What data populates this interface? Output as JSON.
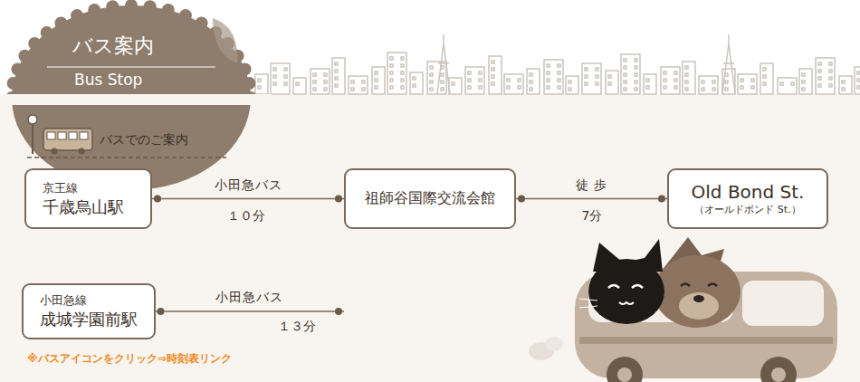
{
  "diagram": {
    "title": "バス案内",
    "nodes": [
      {
        "text": [
          "京王線",
          "千歳烏山駅"
        ]
      },
      {
        "text": [
          "祖師谷国際交流会館"
        ]
      },
      {
        "text": [
          "Old Bond St.",
          "（オールドボンド St.）"
        ]
      },
      {
        "text": [
          "小田急線",
          "成城学園前駅"
        ]
      }
    ],
    "edges": [
      {
        "from": 0,
        "to": 1,
        "label": "小田急バス",
        "arrow": "none"
      },
      {
        "from": 1,
        "to": 2,
        "label": "徒 歩",
        "arrow": "none"
      },
      {
        "from": 3,
        "to": 1,
        "label": "小田急バス",
        "arrow": "none"
      }
    ],
    "labels": [
      "Bus Stop",
      "バスでのご案内",
      "１０分",
      "7分",
      "１３分",
      "※バスアイコンをクリック⇒時刻表リンク"
    ]
  }
}
